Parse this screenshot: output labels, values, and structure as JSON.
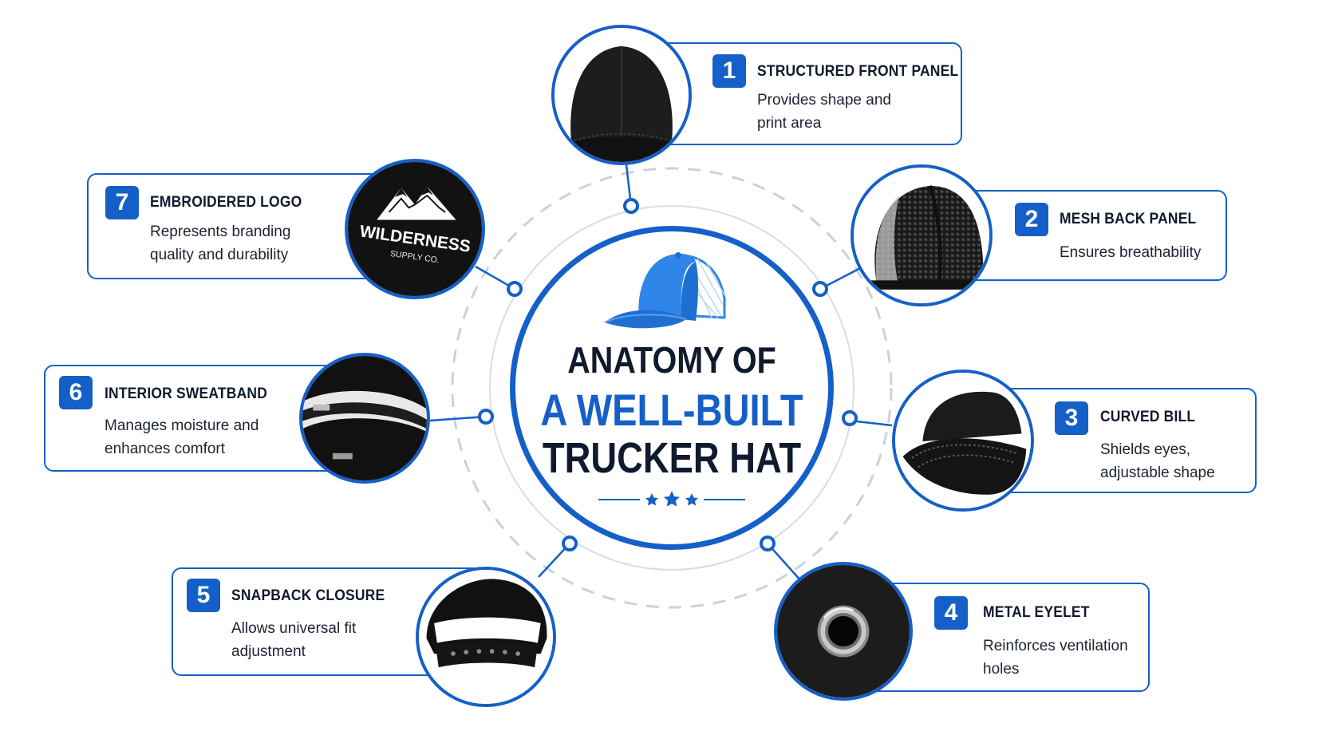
{
  "headline": {
    "line1": "ANATOMY OF",
    "line2": "A WELL-BUILT",
    "line3": "TRUCKER HAT"
  },
  "colors": {
    "accent": "#1560c8",
    "dark": "#0f1a2e",
    "dashed_ring": "#c8d2e0",
    "hat_blue": "#2f86e8"
  },
  "logo": {
    "brand": "WILDERNESS",
    "sub": "SUPPLY CO."
  },
  "parts": [
    {
      "number": "1",
      "title": "STRUCTURED FRONT PANEL",
      "desc": [
        "Provides shape and",
        "print area"
      ],
      "icon": "hat-front-icon"
    },
    {
      "number": "2",
      "title": "MESH BACK PANEL",
      "desc": [
        "Ensures breathability"
      ],
      "icon": "mesh-panel-icon"
    },
    {
      "number": "3",
      "title": "CURVED BILL",
      "desc": [
        "Shields eyes,",
        "adjustable shape"
      ],
      "icon": "curved-bill-icon"
    },
    {
      "number": "4",
      "title": "METAL EYELET",
      "desc": [
        "Reinforces ventilation",
        "holes"
      ],
      "icon": "eyelet-icon"
    },
    {
      "number": "5",
      "title": "SNAPBACK CLOSURE",
      "desc": [
        "Allows universal fit",
        "adjustment"
      ],
      "icon": "snapback-icon"
    },
    {
      "number": "6",
      "title": "INTERIOR SWEATBAND",
      "desc": [
        "Manages moisture and",
        "enhances comfort"
      ],
      "icon": "sweatband-icon"
    },
    {
      "number": "7",
      "title": "EMBROIDERED LOGO",
      "desc": [
        "Represents branding",
        "quality and durability"
      ],
      "icon": "embroidered-logo-icon"
    }
  ]
}
